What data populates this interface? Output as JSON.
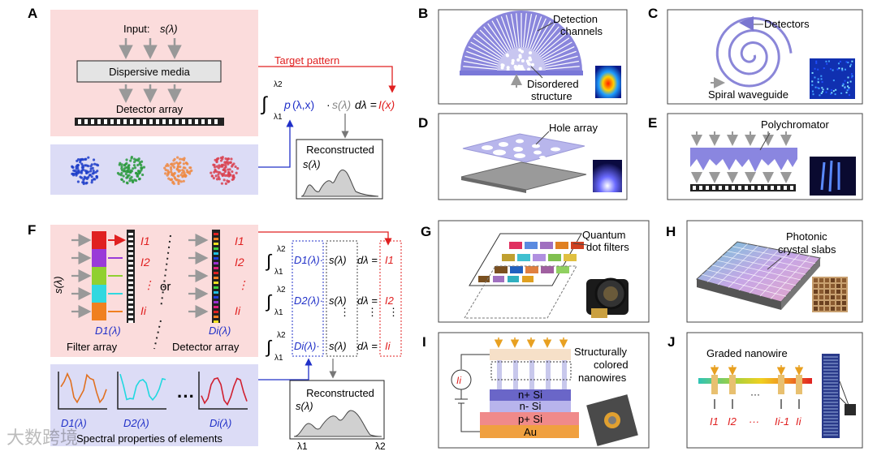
{
  "panels": {
    "A": {
      "label": "A",
      "input": "Input:",
      "input_sym": "s(λ)",
      "dispersive": "Dispersive media",
      "detector": "Detector array",
      "target": "Target pattern",
      "eq_upper": "λ2",
      "eq_lower": "λ1",
      "eq_p": "p",
      "eq_args": "(λ,x)",
      "eq_dot": "·",
      "eq_s": "s(λ)",
      "eq_d": "dλ =",
      "eq_I": "I(x)",
      "recon_title": "Reconstructed",
      "recon_sym": "s(λ)",
      "colors": [
        "#1f3ec9",
        "#2c9a3e",
        "#ef8a43",
        "#d9414f"
      ]
    },
    "B": {
      "label": "B",
      "channels_1": "Detection",
      "channels_2": "channels",
      "dis_1": "Disordered",
      "dis_2": "structure"
    },
    "C": {
      "label": "C",
      "detectors": "Detectors",
      "spiral": "Spiral waveguide"
    },
    "D": {
      "label": "D",
      "hole": "Hole array"
    },
    "E": {
      "label": "E",
      "poly": "Polychromator"
    },
    "F": {
      "label": "F",
      "s": "s(λ)",
      "or": "or",
      "i_labels": [
        "I1",
        "I2",
        "⋮",
        "Ii"
      ],
      "d_filter": "D1(λ)",
      "d_detector": "Di(λ)",
      "filter": "Filter array",
      "detector": "Detector array",
      "spectral": "Spectral properties of elements",
      "spec_labels": [
        "D1(λ)",
        "D2(λ)",
        "Di(λ)"
      ],
      "dots": "···",
      "eq_rows": [
        {
          "D": "D1(λ)",
          "s": "s(λ)",
          "d": "dλ =",
          "I": "I1"
        },
        {
          "D": "D2(λ)",
          "s": "s(λ)",
          "d": "dλ =",
          "I": "I2"
        },
        {
          "D": "Di(λ)",
          "s": "s(λ)",
          "d": "dλ =",
          "I": "Ii"
        }
      ],
      "eq_upper": "λ2",
      "eq_lower": "λ1",
      "vdots": "⋮",
      "recon_title": "Reconstructed",
      "recon_sym": "s(λ)",
      "lam1": "λ1",
      "lam2": "λ2"
    },
    "G": {
      "label": "G",
      "qd_1": "Quantum",
      "qd_2": "dot filters"
    },
    "H": {
      "label": "H",
      "ph_1": "Photonic",
      "ph_2": "crystal slabs"
    },
    "I": {
      "label": "I",
      "sc_1": "Structurally",
      "sc_2": "colored",
      "sc_3": "nanowires",
      "ii": "Ii",
      "layers": [
        "n+ Si",
        "n- Si",
        "p+ Si",
        "Au"
      ]
    },
    "J": {
      "label": "J",
      "graded": "Graded nanowire",
      "outs": [
        "I1",
        "I2",
        "···",
        "Ii-1",
        "Ii"
      ]
    }
  },
  "watermark": "大数跨境"
}
